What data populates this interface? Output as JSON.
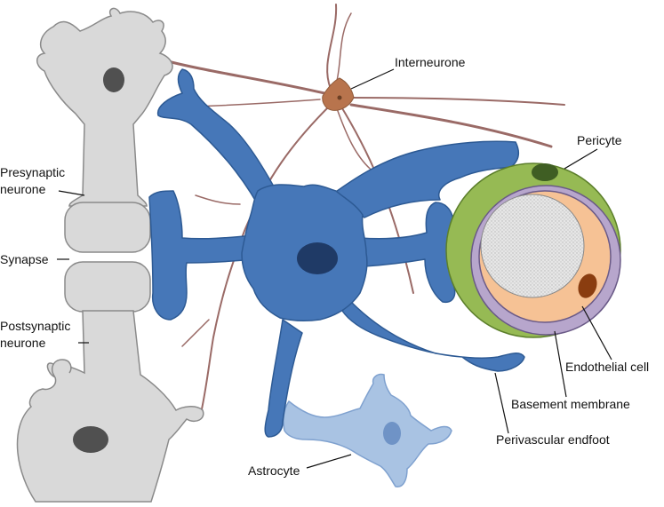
{
  "labels": {
    "interneurone": "Interneurone",
    "presynaptic_line1": "Presynaptic",
    "presynaptic_line2": "neurone",
    "synapse": "Synapse",
    "postsynaptic_line1": "Postsynaptic",
    "postsynaptic_line2": "neurone",
    "pericyte": "Pericyte",
    "endothelial_cell": "Endothelial cell",
    "basement_membrane": "Basement membrane",
    "perivascular_endfoot": "Perivascular endfoot",
    "astrocyte": "Astrocyte"
  },
  "colors": {
    "neurone_fill": "#d9d9d9",
    "neurone_stroke": "#8a8a8a",
    "neurone_nucleus": "#505050",
    "astrocyte_fill": "#4677b8",
    "astrocyte_stroke": "#2d5a94",
    "astrocyte_nucleus": "#1f3a66",
    "astrocyte_light_fill": "#a9c3e3",
    "astrocyte_light_nucleus": "#6f93c6",
    "interneurone_fill": "#b8744d",
    "interneurone_process": "#9a6a66",
    "pericyte_fill": "#96ba54",
    "pericyte_nucleus": "#3f5e23",
    "basement_membrane": "#b7a6cc",
    "endothelial_fill": "#f6c295",
    "endothelial_nucleus": "#8a3d10",
    "lumen": "#dcdcdc"
  }
}
